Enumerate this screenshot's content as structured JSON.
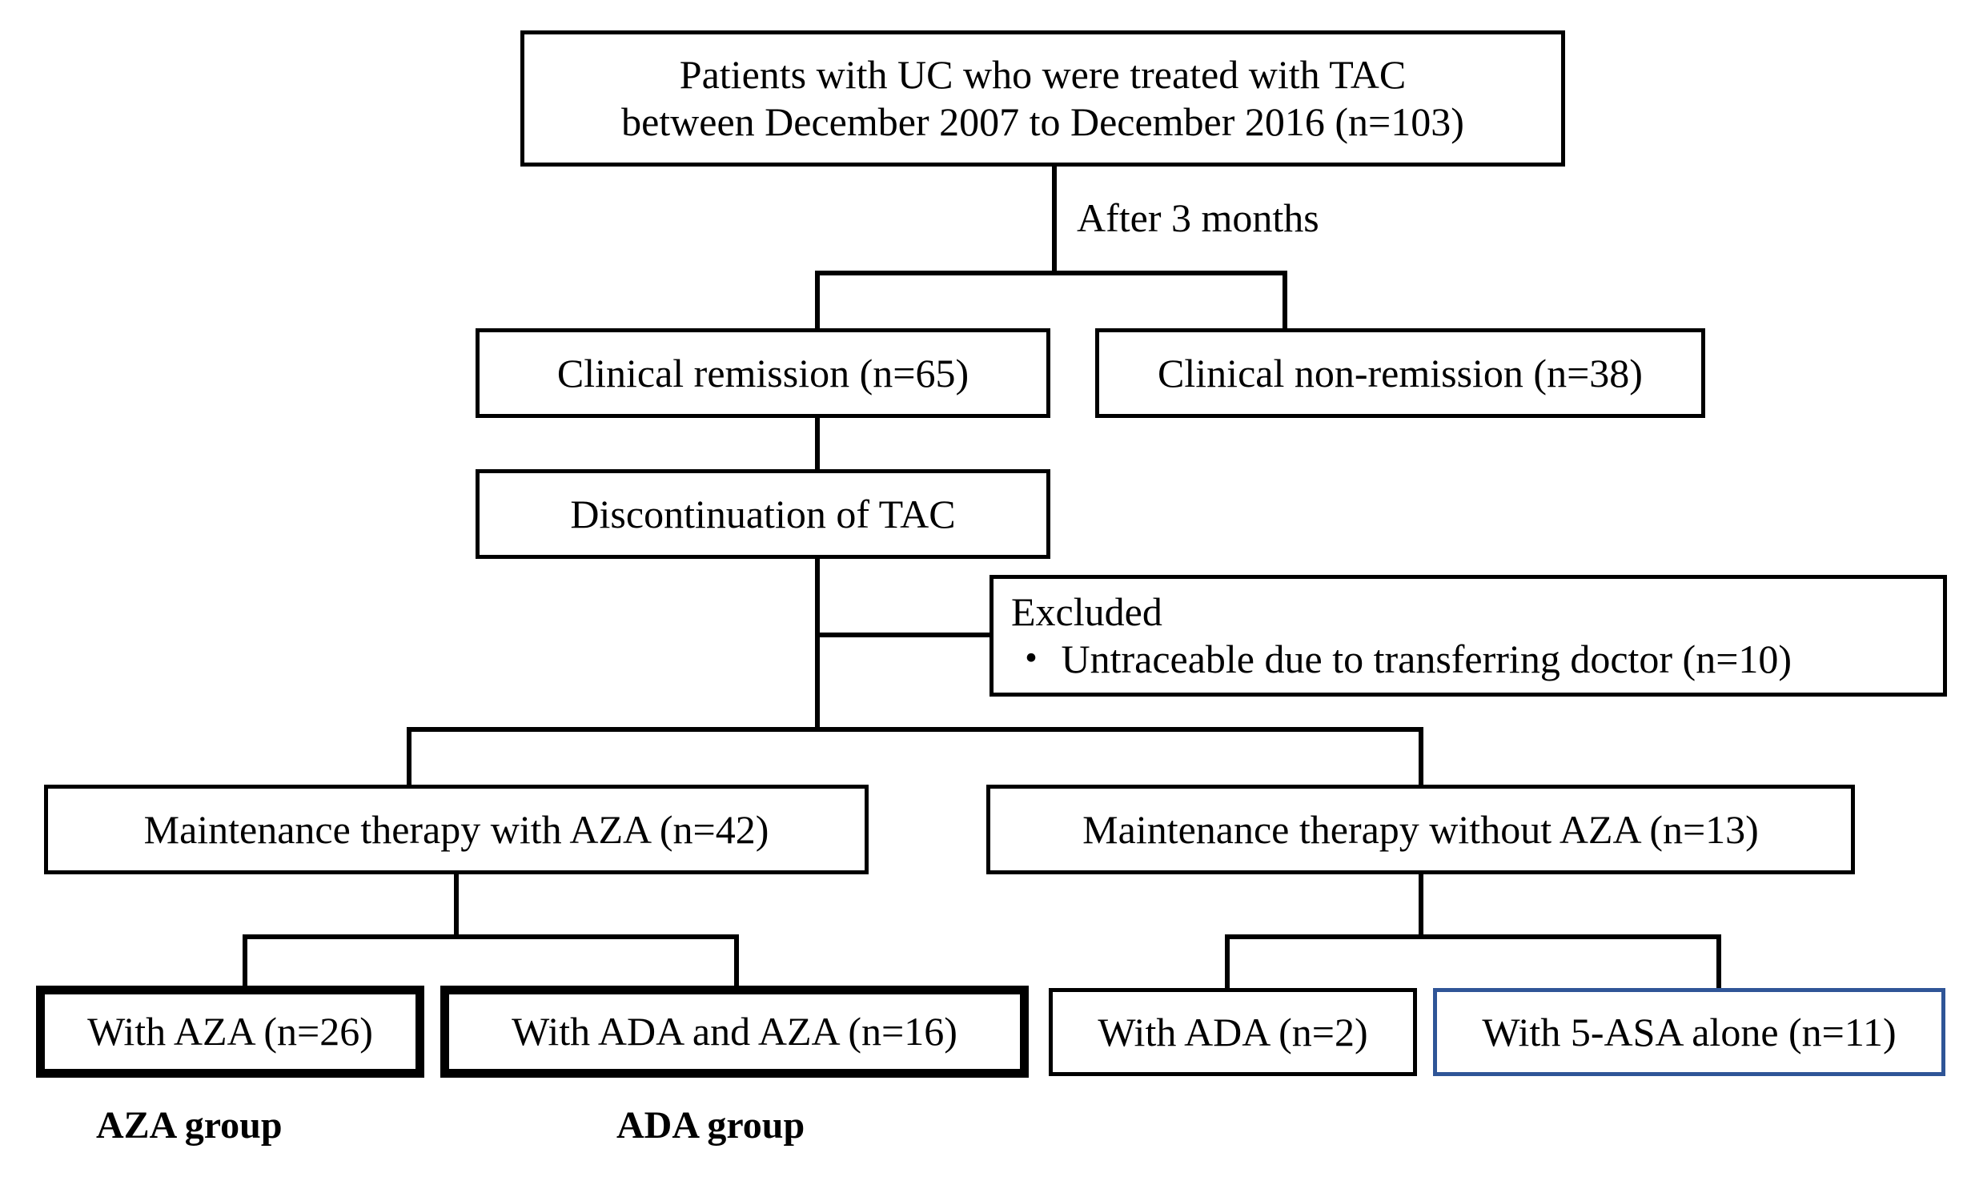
{
  "diagram": {
    "title": "Patient flow diagram of UC patients treated with TAC",
    "accent_color": "#2f5597",
    "line_color": "#000000",
    "background": "#ffffff"
  },
  "nodes": {
    "cohort": {
      "line1": "Patients with UC who were treated with TAC",
      "line2": "between December 2007 to December 2016 (n=103)"
    },
    "remission": {
      "label": "Clinical remission (n=65)"
    },
    "non_remission": {
      "label": "Clinical non-remission (n=38)"
    },
    "discontinuation": {
      "label": "Discontinuation of TAC"
    },
    "excluded": {
      "heading": "Excluded",
      "item1": "・ Untraceable due to transferring doctor (n=10)"
    },
    "maint_with_aza": {
      "label": "Maintenance therapy with AZA (n=42)"
    },
    "maint_without_aza": {
      "label": "Maintenance therapy without AZA (n=13)"
    },
    "with_aza": {
      "label": "With AZA (n=26)"
    },
    "with_ada_and_aza": {
      "label": "With ADA and AZA (n=16)"
    },
    "with_ada": {
      "label": "With ADA (n=2)"
    },
    "with_5asa_alone": {
      "label": "With 5-ASA alone (n=11)"
    }
  },
  "edge_labels": {
    "after_3_months": "After 3 months"
  },
  "group_labels": {
    "aza_group": "AZA group",
    "ada_group": "ADA group"
  }
}
